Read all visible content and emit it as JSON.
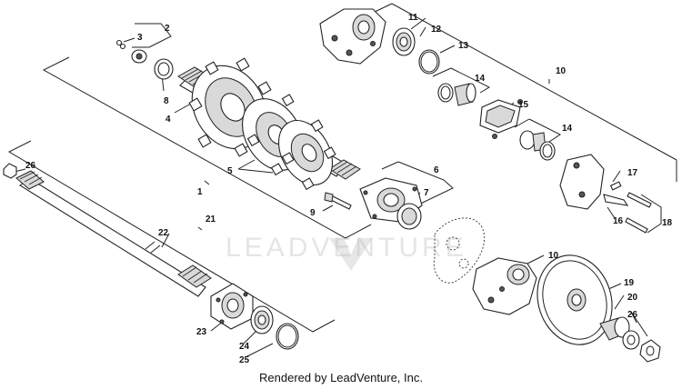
{
  "callouts": {
    "c1": "1",
    "c2": "2",
    "c3": "3",
    "c4": "4",
    "c5": "5",
    "c6": "6",
    "c7": "7",
    "c8": "8",
    "c9": "9",
    "c10a": "10",
    "c10b": "10",
    "c11": "11",
    "c12": "12",
    "c13": "13",
    "c14a": "14",
    "c14b": "14",
    "c15": "15",
    "c16": "16",
    "c17": "17",
    "c18": "18",
    "c19": "19",
    "c20": "20",
    "c21": "21",
    "c22": "22",
    "c23": "23",
    "c24": "24",
    "c25": "25",
    "c26a": "26",
    "c26b": "26"
  },
  "watermark": {
    "text": "LEADVENTURE"
  },
  "footer": {
    "text": "Rendered by LeadVenture, Inc."
  }
}
